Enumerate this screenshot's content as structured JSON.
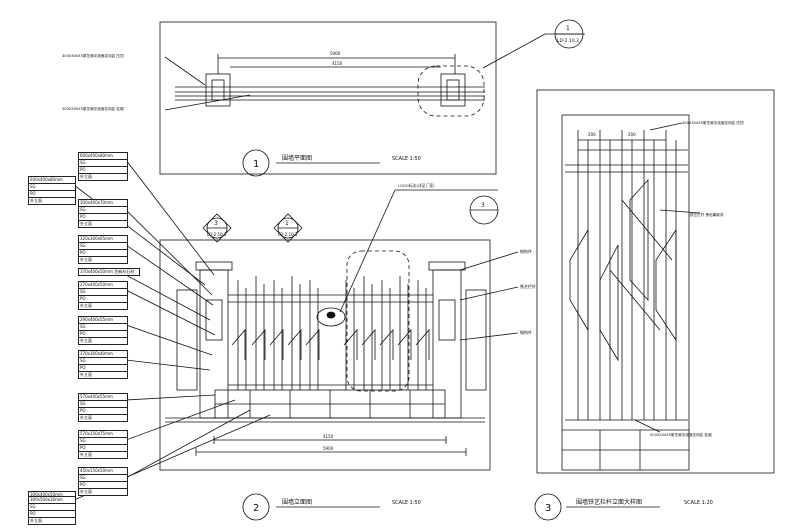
{
  "views": [
    {
      "id": "plan",
      "number": "1",
      "title": "围墙平面图",
      "scale": "SCALE 1:50",
      "dims": [
        "5900",
        "4150"
      ],
      "notes": [
        "300X300X5厚芝麻灰烧面花岗岩 压顶",
        "500X500X5厚芝麻灰烧面花岗岩 柱帽"
      ],
      "callout": {
        "top": "1",
        "bottom": "LD-2.10.3"
      }
    },
    {
      "id": "elevation",
      "number": "2",
      "title": "围墙立面图",
      "scale": "SCALE 1:50",
      "dims": [
        "4150",
        "5900"
      ],
      "callouts": [
        {
          "top": "3",
          "bottom": "LD-2.10.3"
        },
        {
          "top": "1",
          "bottom": "LD-2.10.3"
        },
        {
          "top": "3",
          "bottom": ""
        }
      ],
      "leader_note": "LOGO标志(详见厂家)",
      "right_labels": [
        "钢构件",
        "铁艺栏杆",
        "钢构件"
      ]
    },
    {
      "id": "detail",
      "number": "3",
      "title": "围墙铁艺栏杆立面大样图",
      "scale": "SCALE 1:20",
      "dims": [
        "200",
        "200"
      ],
      "notes": [
        "300X300X5厚芝麻灰烧面花岗岩 压顶",
        "铁艺栏杆 黑色氟碳漆",
        "500X500X5厚芝麻灰烧面花岗岩 柱帽"
      ]
    }
  ],
  "material_tags": [
    {
      "rows": [
        "600x400x80mm",
        "SG",
        "PO",
        "外立面"
      ]
    },
    {
      "rows": [
        "200x400x80mm",
        "SG",
        "PO",
        "外立面"
      ]
    },
    {
      "rows": [
        "300x400x70mm",
        "SG",
        "PO",
        "外立面"
      ]
    },
    {
      "rows": [
        "320x300x65mm",
        "SG",
        "PO",
        "外立面"
      ]
    },
    {
      "rows": [
        "370x400x50mm 芝麻灰石材"
      ]
    },
    {
      "rows": [
        "270x400x50mm",
        "SG",
        "PO",
        "外立面"
      ]
    },
    {
      "rows": [
        "290x400x55mm",
        "SG",
        "PO",
        "外立面"
      ]
    },
    {
      "rows": [
        "370x300x40mm",
        "SG",
        "PO",
        "外立面"
      ]
    },
    {
      "rows": [
        "570x400x55mm",
        "SG",
        "PO",
        "外立面"
      ]
    },
    {
      "rows": [
        "570x150x75mm",
        "SG",
        "PO",
        "外立面"
      ]
    },
    {
      "rows": [
        "450x150x50mm",
        "SG",
        "PO",
        "外立面"
      ]
    },
    {
      "rows": [
        "300x400x50mm",
        "SG",
        "PO",
        "外立面"
      ]
    },
    {
      "rows": [
        "300x500x30mm",
        "SG",
        "PO",
        "外立面"
      ]
    }
  ]
}
